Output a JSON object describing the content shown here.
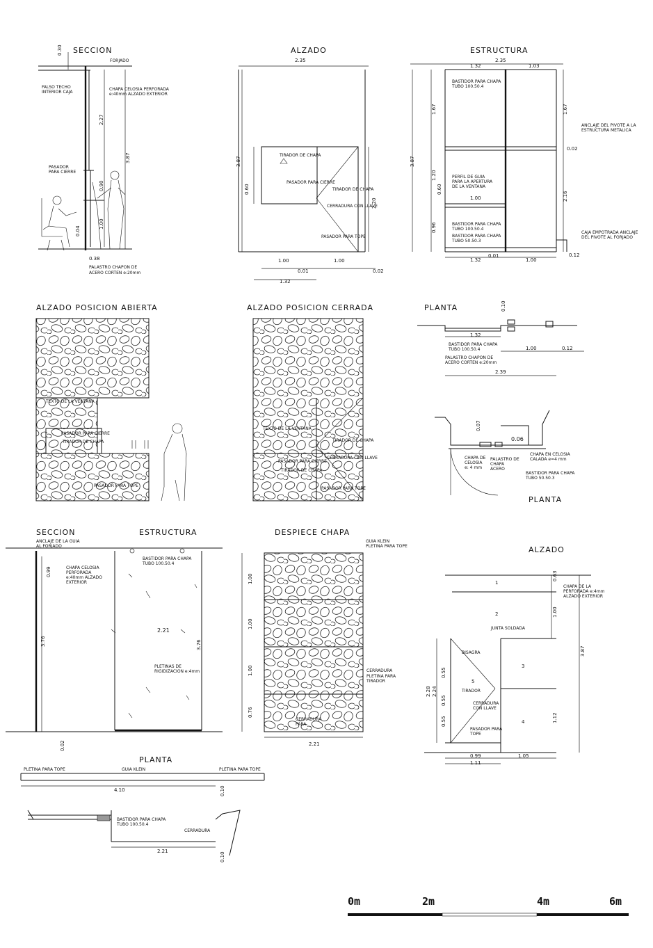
{
  "titles": {
    "seccion_1": "SECCION",
    "alzado_1": "ALZADO",
    "estructura_1": "ESTRUCTURA",
    "alzado_abierta": "ALZADO POSICION ABIERTA",
    "alzado_cerrada": "ALZADO POSICION CERRADA",
    "planta_1": "PLANTA",
    "planta_2": "PLANTA",
    "seccion_2": "SECCION",
    "estructura_2": "ESTRUCTURA",
    "despiece": "DESPIECE CHAPA",
    "alzado_2": "ALZADO",
    "planta_3": "PLANTA"
  },
  "seccion1": {
    "dims": [
      "0.30",
      "2.27",
      "3.87",
      "0.90",
      "1.00",
      "0.04",
      "0.38"
    ],
    "notes": {
      "forjado": "FORJADO",
      "falso_techo": "FALSO TECHO",
      "interior_caja": "INTERIOR CAJA",
      "chapa_celosia": "CHAPA CELOSIA PERFORADA",
      "chapa_celosia_2": "e:40mm ALZADO EXTERIOR",
      "pasador": "PASADOR",
      "para_cierre": "PARA CIERRE",
      "palastro": "PALASTRO CHAPON DE",
      "palastro_2": "ACERO CORTEN e:20mm"
    }
  },
  "alzado1": {
    "dims": [
      "2.35",
      "3.87",
      "0.60",
      "2.20",
      "1.00",
      "1.00",
      "0.01",
      "0.02",
      "1.32"
    ],
    "notes": {
      "tirador": "TIRADOR DE CHAPA",
      "pasador_cierre": "PASADOR PARA CIERRE",
      "tirador2": "TIRADOR DE CHAPA",
      "cerradura": "CERRADURA CON LLAVE",
      "pasador_tope": "PASADOR PARA TOPE"
    }
  },
  "estructura1": {
    "dims": [
      "2.35",
      "1.32",
      "1.03",
      "1.67",
      "1.67",
      "0.02",
      "3.87",
      "1.20",
      "0.60",
      "1.00",
      "2.16",
      "0.96",
      "1.32",
      "0.01",
      "1.00",
      "0.12"
    ],
    "notes": {
      "bastidor_top": "BASTIDOR PARA CHAPA",
      "bastidor_top_2": "TUBO 100.50.4",
      "anclaje_pivote": "ANCLAJE DEL PIVOTE A LA",
      "anclaje_pivote_2": "ESTRUCTURA METALICA",
      "perfil_guia": "PERFIL DE GUIA",
      "perfil_guia_2": "PARA LA APERTURA",
      "perfil_guia_3": "DE LA VENTANA",
      "bastidor_bottom": "BASTIDOR PARA CHAPA",
      "bastidor_bottom_2": "TUBO 100.50.4",
      "bastidor_bottom_3": "BASTIDOR PARA CHAPA",
      "bastidor_bottom_4": "TUBO 50.50.3",
      "caja_empotrada": "CAJA EMPOTRADA ANCLAJE",
      "caja_empotrada_2": "DEL PIVOTE AL FORJADO"
    }
  },
  "alzado_abierta": {
    "notes": {
      "texto_ventana": "TEXTO DE LA VENTANA",
      "pasador_cierre": "PASADOR PARA CIERRE",
      "tirador": "TIRADOR DE CHAPA",
      "pasador_tope": "PASADOR PARA TOPE"
    }
  },
  "alzado_cerrada": {
    "notes": {
      "texto_ventana": "TEXTO DE LA VENTANA",
      "tirador": "TIRADOR DE CHAPA",
      "cerradura": "CERRADURA CON LLAVE",
      "pasador_cierre": "PASADOR PARA CIERRE",
      "tirador2": "TIRADOR DE CHAPA",
      "pasador_tope": "PASADOR PARA TOPE"
    }
  },
  "planta1": {
    "dims": [
      "0.10",
      "1.32",
      "1.00",
      "0.12",
      "2.39"
    ],
    "notes": {
      "bastidor": "BASTIDOR PARA CHAPA",
      "bastidor_2": "TUBO 100.50.4",
      "palastro": "PALASTRO CHAPON DE",
      "palastro_2": "ACERO CORTEN e:20mm"
    }
  },
  "planta2": {
    "dims": [
      "0.07",
      "0.06"
    ],
    "notes": {
      "chapa_n": "CHAPA DE",
      "chapa_n_2": "CELOSIA",
      "chapa_n_3": "e: 4 mm",
      "chapon": "PALASTRO DE",
      "chapon_2": "CHAPA",
      "chapon_3": "ACERO",
      "chapa_celosia": "CHAPA EN CELOSIA",
      "chapa_celosia_2": "CALADA e=4 mm",
      "bastidor": "BASTIDOR PARA CHAPA",
      "bastidor_2": "TUBO 50.50.3"
    }
  },
  "seccion2": {
    "dims": [
      "0.99",
      "3.76",
      "0.02"
    ],
    "notes": {
      "anclaje": "ANCLAJE DE LA GUIA",
      "anclaje_2": "AL FORJADO",
      "chapa": "CHAPA CELOSIA",
      "chapa_2": "PERFORADA",
      "chapa_3": "e:40mm ALZADO",
      "chapa_4": "EXTERIOR"
    }
  },
  "estructura2": {
    "dims": [
      "2.21",
      "3.76"
    ],
    "notes": {
      "bastidor": "BASTIDOR PARA CHAPA",
      "bastidor_2": "TUBO 100.50.4",
      "pletinas": "PLETINAS DE",
      "pletinas_2": "RIGIDIZACION e:4mm"
    }
  },
  "despiece": {
    "dims": [
      "1.00",
      "1.00",
      "1.00",
      "0.76",
      "2.21"
    ],
    "notes": {
      "guia": "GUIA KLEIN",
      "pletina_tope": "PLETINA PARA TOPE",
      "cerradura": "CERRADURA",
      "pletina_tirador": "PLETINA PARA",
      "pletina_tirador_2": "TIRADOR",
      "cerradura_bot": "CERRADURA",
      "para": "PARA"
    }
  },
  "alzado2": {
    "dims": [
      "0.63",
      "1.00",
      "3.87",
      "1.12",
      "0.55",
      "0.55",
      "0.55",
      "2.28",
      "2.24",
      "0.99",
      "1.05",
      "1.11"
    ],
    "panels": [
      "1",
      "2",
      "3",
      "4",
      "5"
    ],
    "notes": {
      "chapa": "CHAPA DE LA",
      "chapa_2": "PERFORADA e:4mm",
      "chapa_3": "ALZADO EXTERIOR",
      "junta": "JUNTA SOLDADA",
      "bisagra": "BISAGRA",
      "tirador": "TIRADOR",
      "cerradura": "CERRADURA",
      "cerradura_2": "CON LLAVE",
      "pasador": "PASADOR PARA",
      "pasador_2": "TOPE"
    }
  },
  "planta3": {
    "dims": [
      "4.10",
      "0.10",
      "2.21",
      "0.10"
    ],
    "notes": {
      "pletina_izq": "PLETINA PARA TOPE",
      "guia": "GUIA KLEIN",
      "pletina_der": "PLETINA PARA TOPE",
      "bastidor": "BASTIDOR PARA CHAPA",
      "bastidor_2": "TUBO 100.50.4",
      "cerradura": "CERRADURA"
    }
  },
  "scale": {
    "labels": [
      "0m",
      "2m",
      "4m",
      "6m"
    ]
  }
}
